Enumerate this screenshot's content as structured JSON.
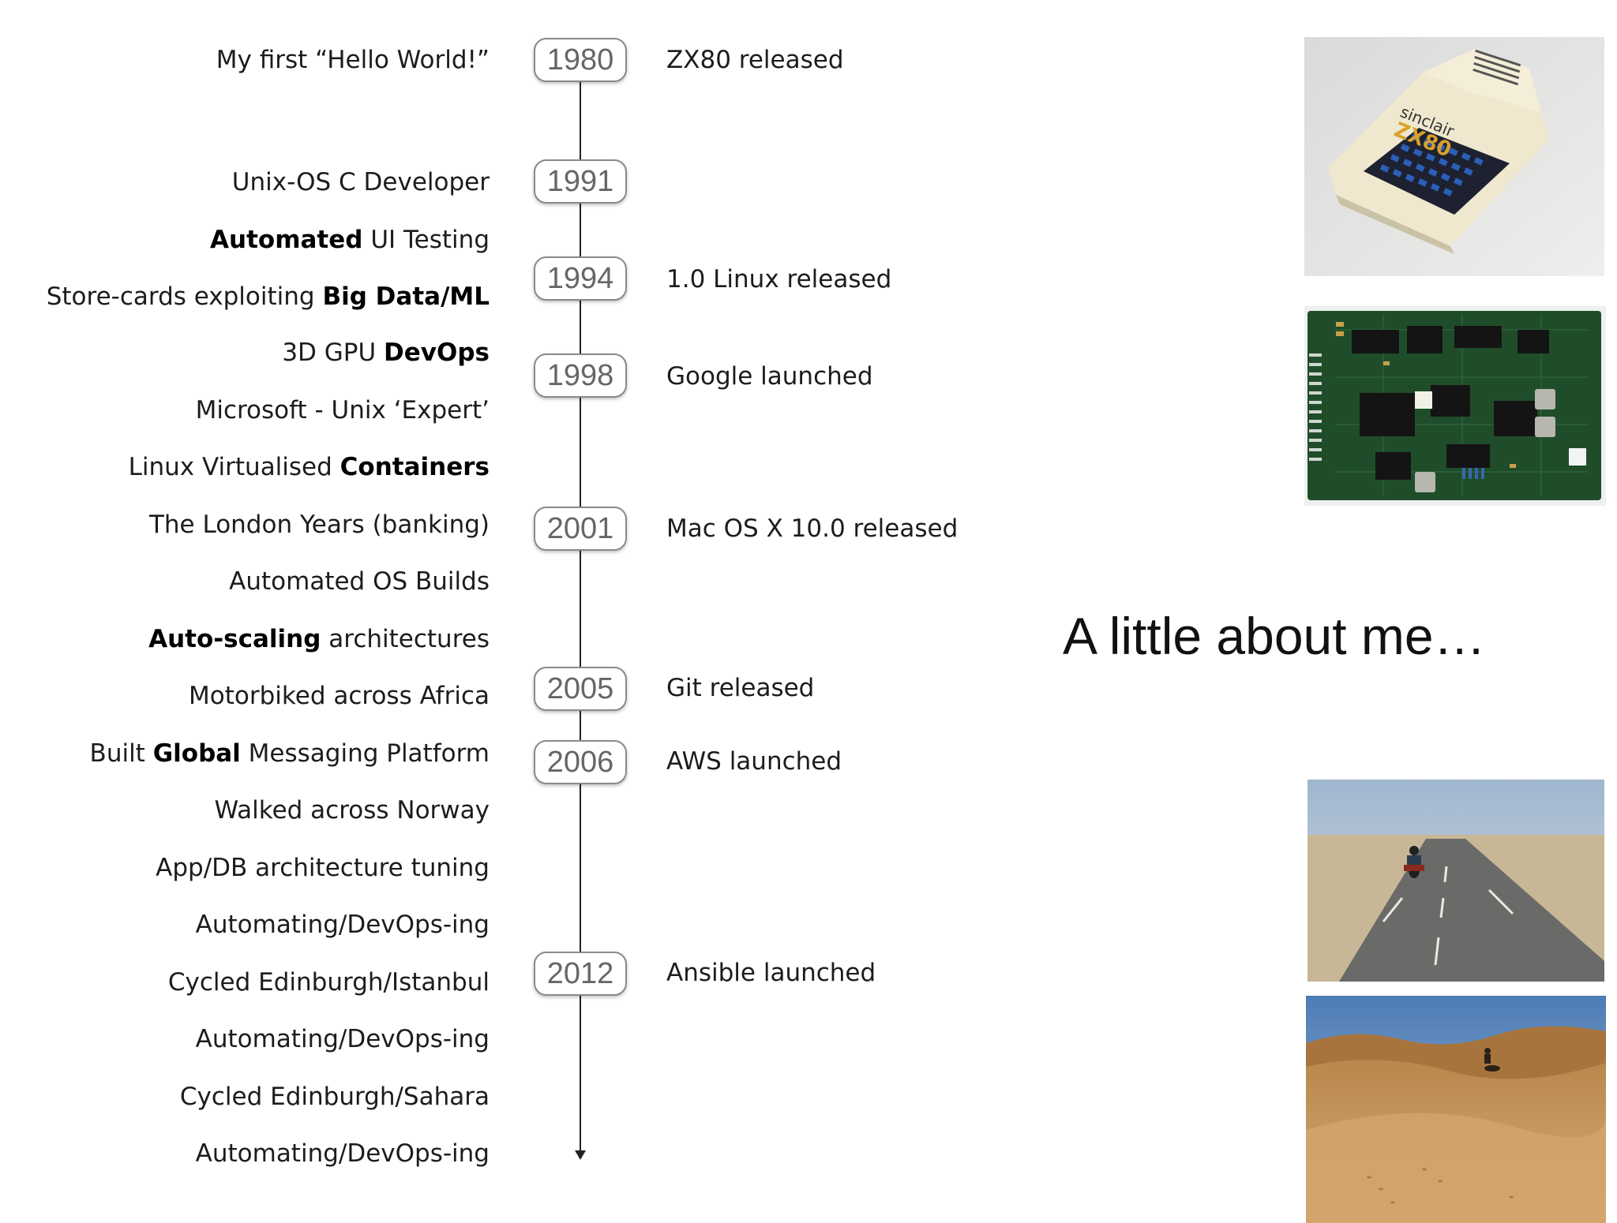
{
  "title": "A little about me…",
  "activities": [
    {
      "text": "My first “Hello World!”"
    },
    {
      "text": "Unix-OS C Developer"
    },
    {
      "bold": "Automated",
      "after": " UI Testing"
    },
    {
      "before": "Store-cards exploiting ",
      "bold": "Big Data/ML"
    },
    {
      "before": "3D GPU ",
      "bold": "DevOps"
    },
    {
      "text": "Microsoft - Unix ‘Expert’"
    },
    {
      "before": "Linux Virtualised ",
      "bold": "Containers"
    },
    {
      "text": "The London Years (banking)"
    },
    {
      "text": "Automated OS Builds"
    },
    {
      "bold": "Auto-scaling",
      "after": " architectures"
    },
    {
      "text": "Motorbiked across Africa"
    },
    {
      "before": "Built ",
      "bold": "Global",
      "after": " Messaging Platform"
    },
    {
      "text": "Walked across Norway"
    },
    {
      "text": "App/DB architecture tuning"
    },
    {
      "text": "Automating/DevOps-ing"
    },
    {
      "text": "Cycled Edinburgh/Istanbul"
    },
    {
      "text": "Automating/DevOps-ing"
    },
    {
      "text": "Cycled Edinburgh/Sahara"
    },
    {
      "text": "Automating/DevOps-ing"
    }
  ],
  "years": [
    "1980",
    "1991",
    "1994",
    "1998",
    "2001",
    "2005",
    "2006",
    "2012"
  ],
  "events": [
    "ZX80 released",
    "1.0 Linux released",
    "Google launched",
    "Mac OS X 10.0 released",
    "Git released",
    "AWS launched",
    "Ansible launched"
  ],
  "photos": {
    "zx80_label": "sinclair",
    "zx80_model": "ZX80"
  },
  "colors": {
    "pill_border": "#8a8a8a",
    "pill_text": "#666666",
    "axis": "#222222",
    "pcb_green": "#1f4d2a",
    "keys_blue": "#2b5fb8",
    "sand": "#c99a5a"
  }
}
